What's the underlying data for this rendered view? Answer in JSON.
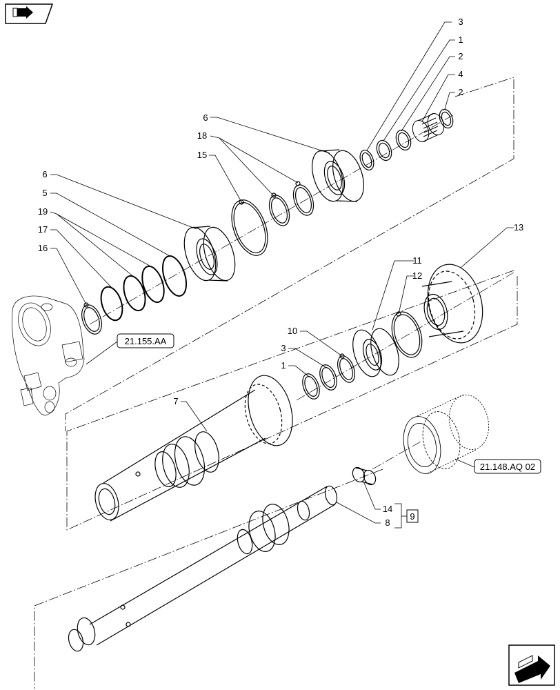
{
  "nav": {
    "top_icon": "book-arrow-icon",
    "bottom_icon": "next-page-arrow-icon"
  },
  "callouts": {
    "c3_top": "3",
    "c1_top": "1",
    "c2_top": "2",
    "c4": "4",
    "c2_right": "2",
    "c6_upper": "6",
    "c18": "18",
    "c15": "15",
    "c6_left": "6",
    "c5": "5",
    "c19": "19",
    "c17": "17",
    "c16": "16",
    "c13": "13",
    "c11": "11",
    "c12": "12",
    "c10": "10",
    "c3_mid": "3",
    "c1_mid": "1",
    "c7": "7",
    "c14": "14",
    "c8": "8",
    "c9": "9"
  },
  "references": {
    "ref_housing": "21.155.AA",
    "ref_clutch": "21.148.AQ 02"
  }
}
